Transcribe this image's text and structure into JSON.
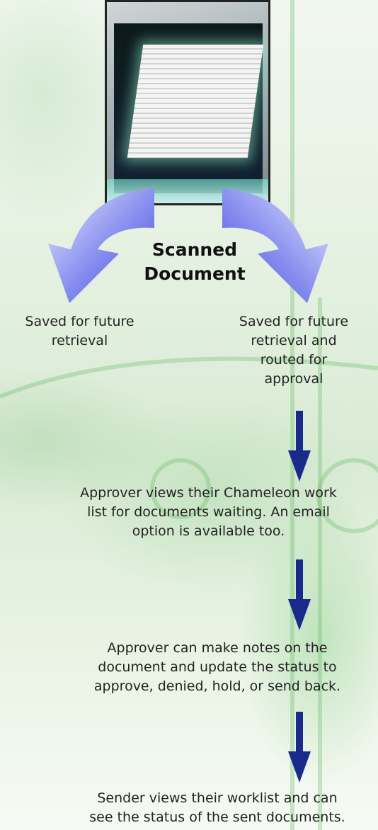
{
  "diagram": {
    "title_line1": "Scanned",
    "title_line2": "Document",
    "left_branch": {
      "line1": "Saved for future",
      "line2": "retrieval"
    },
    "right_branch": {
      "line1": "Saved for future",
      "line2": "retrieval and",
      "line3": "routed for",
      "line4": "approval"
    },
    "steps": [
      {
        "line1": "Approver views their Chameleon work",
        "line2": "list for documents waiting. An email",
        "line3": "option is available too."
      },
      {
        "line1": "Approver can make notes on the",
        "line2": "document and update the status to",
        "line3": "approve, denied, hold, or send back."
      },
      {
        "line1": "Sender views their worklist and can",
        "line2": "see the status of the sent documents."
      }
    ]
  },
  "colors": {
    "curved_arrow": "#6a72e8",
    "down_arrow": "#1a2a8c",
    "background": "#e3f0df"
  },
  "icons": {
    "photo": "scanner-image",
    "left_arrow": "curved-arrow-left-icon",
    "right_arrow": "curved-arrow-right-icon",
    "down_arrow": "arrow-down-icon"
  }
}
